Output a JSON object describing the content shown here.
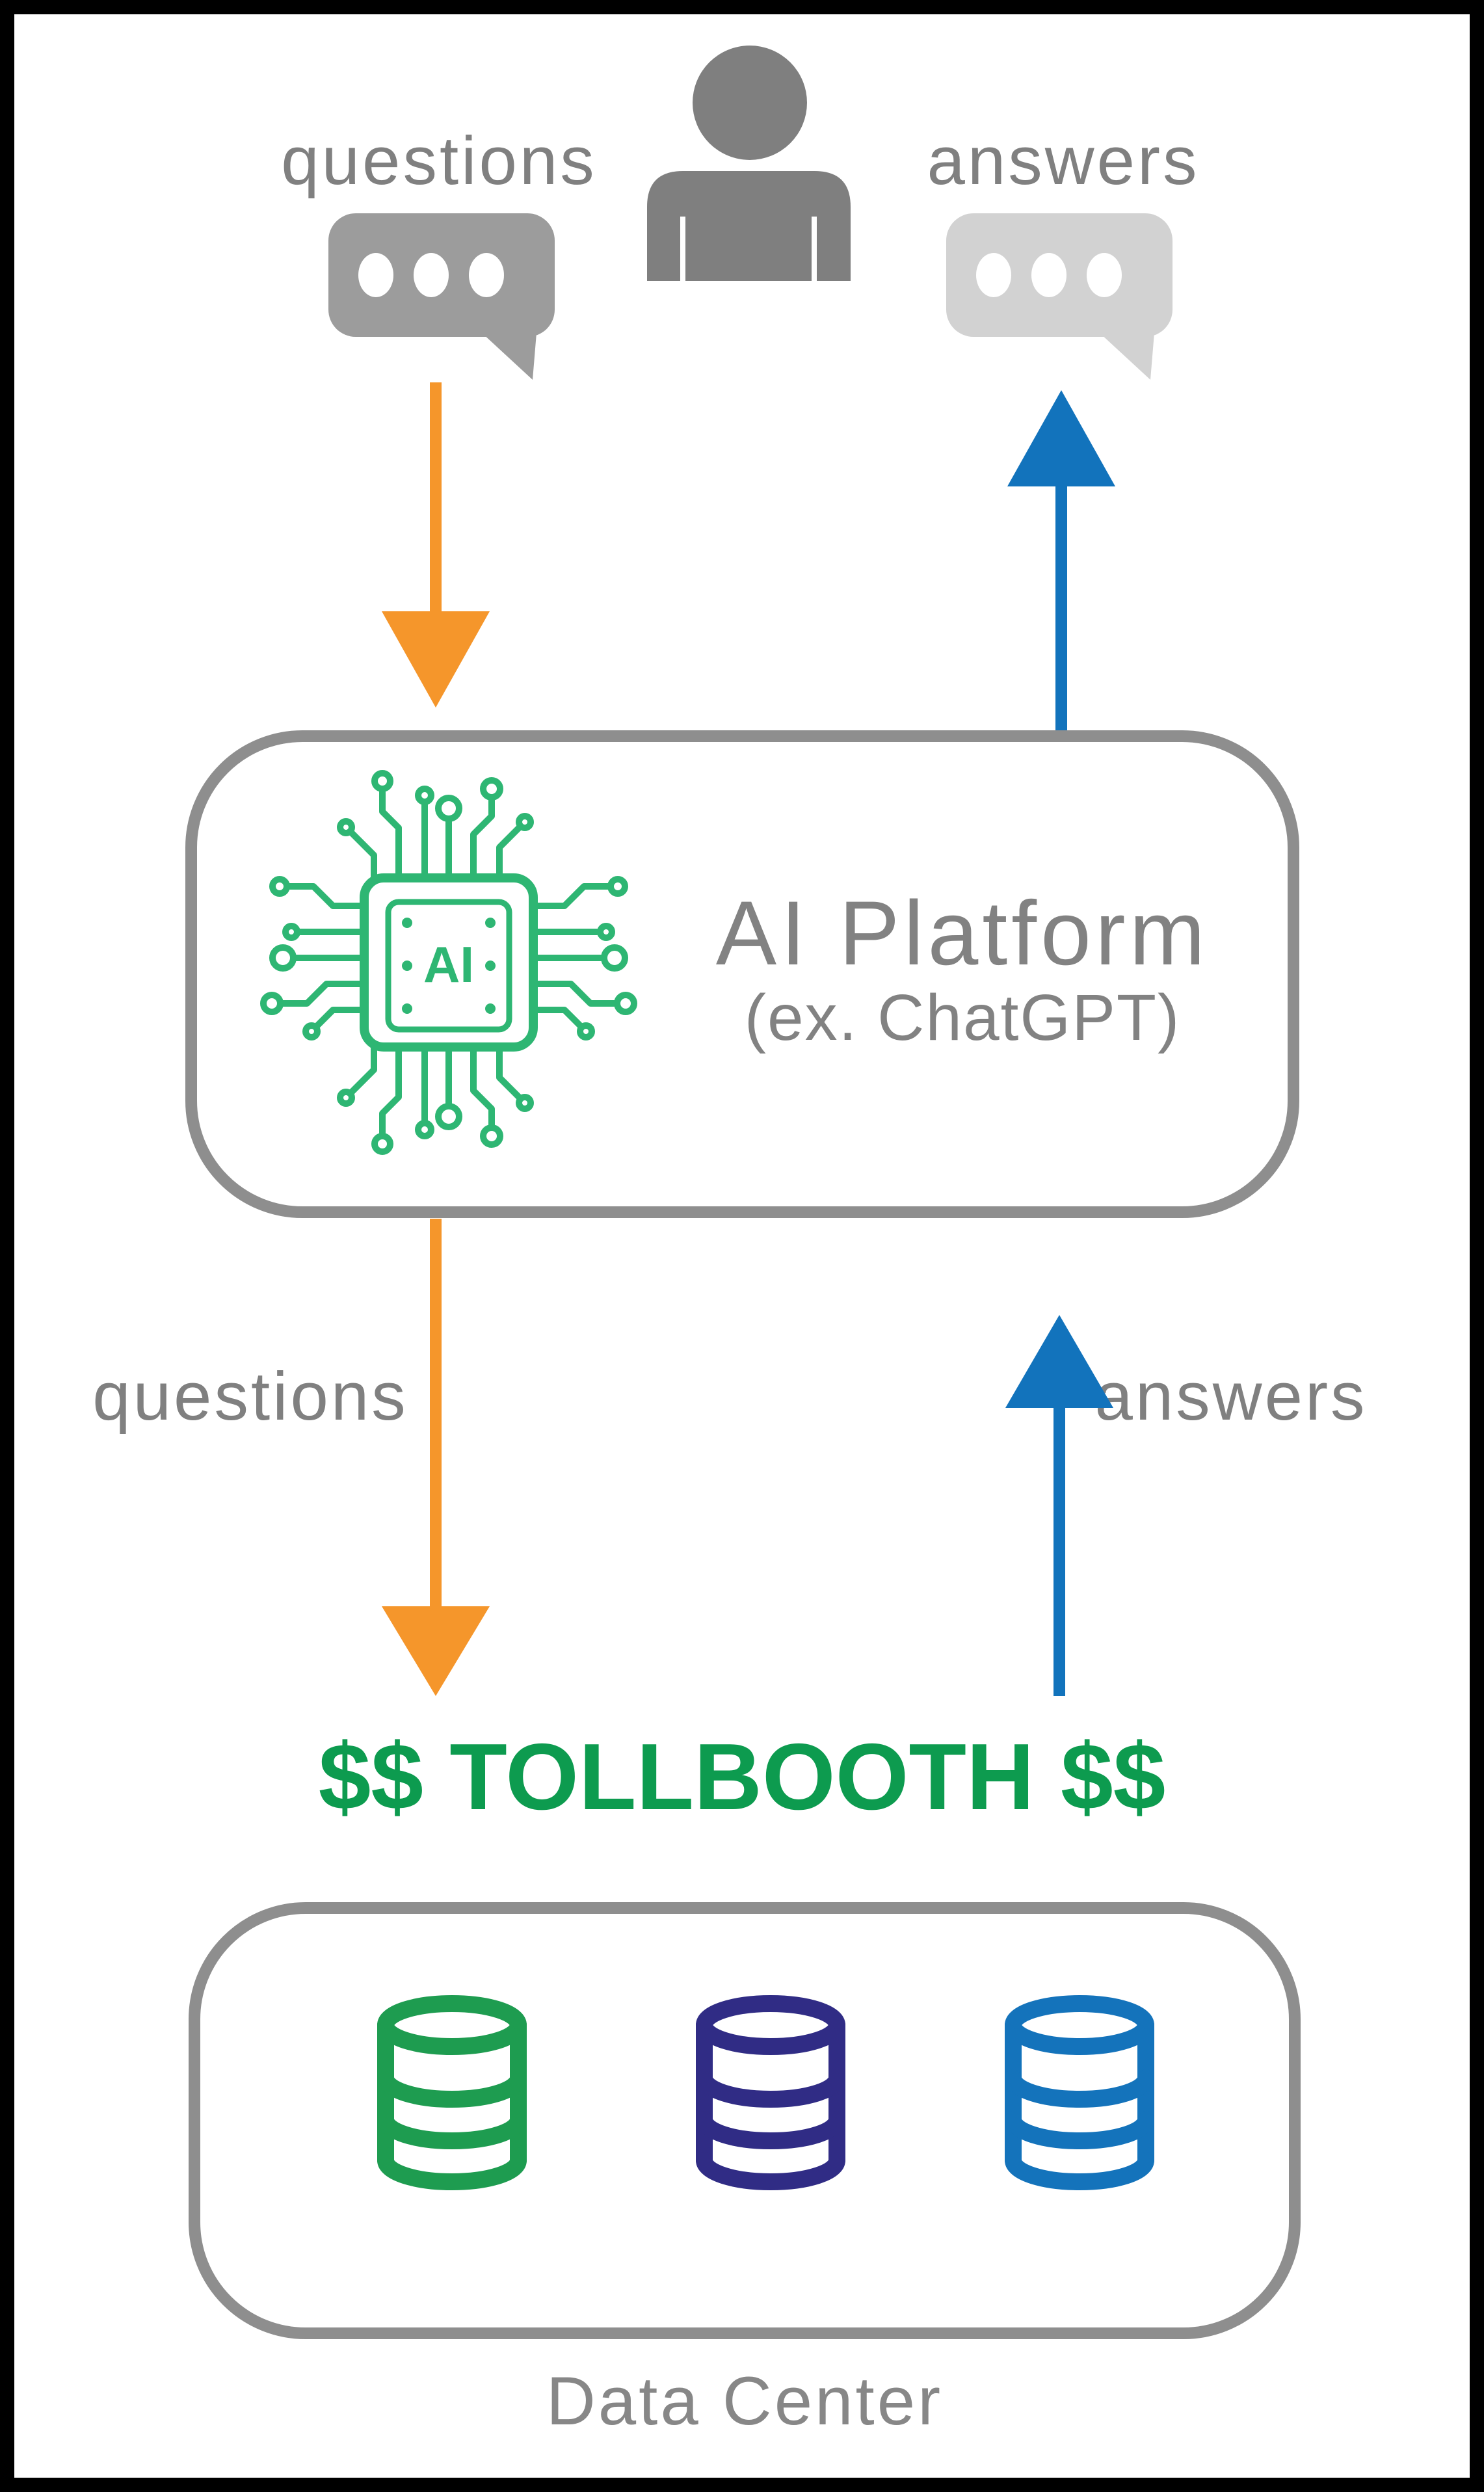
{
  "colors": {
    "frame_black": "#000000",
    "background": "#FFFFFF",
    "gray_text": "#808080",
    "person_gray": "#7F7F7F",
    "question_bubble_gray": "#9C9C9C",
    "answer_bubble_gray": "#D2D2D2",
    "orange": "#F5962B",
    "blue": "#1273BC",
    "chip_green": "#2EB673",
    "tollbooth_green": "#0D9B4F",
    "database_green": "#1E9C50",
    "database_navy": "#302C85",
    "database_blue": "#1473BB",
    "box_border_gray": "#8E8E8E"
  },
  "top": {
    "questions_label": "questions",
    "answers_label": "answers"
  },
  "ai_box": {
    "title": "AI Platform",
    "subtitle": "(ex. ChatGPT)",
    "chip_label": "AI"
  },
  "mid": {
    "questions_label": "questions",
    "answers_label": "answers"
  },
  "tollbooth_label": "$$ TOLLBOOTH $$",
  "data_center": {
    "label": "Data Center"
  }
}
